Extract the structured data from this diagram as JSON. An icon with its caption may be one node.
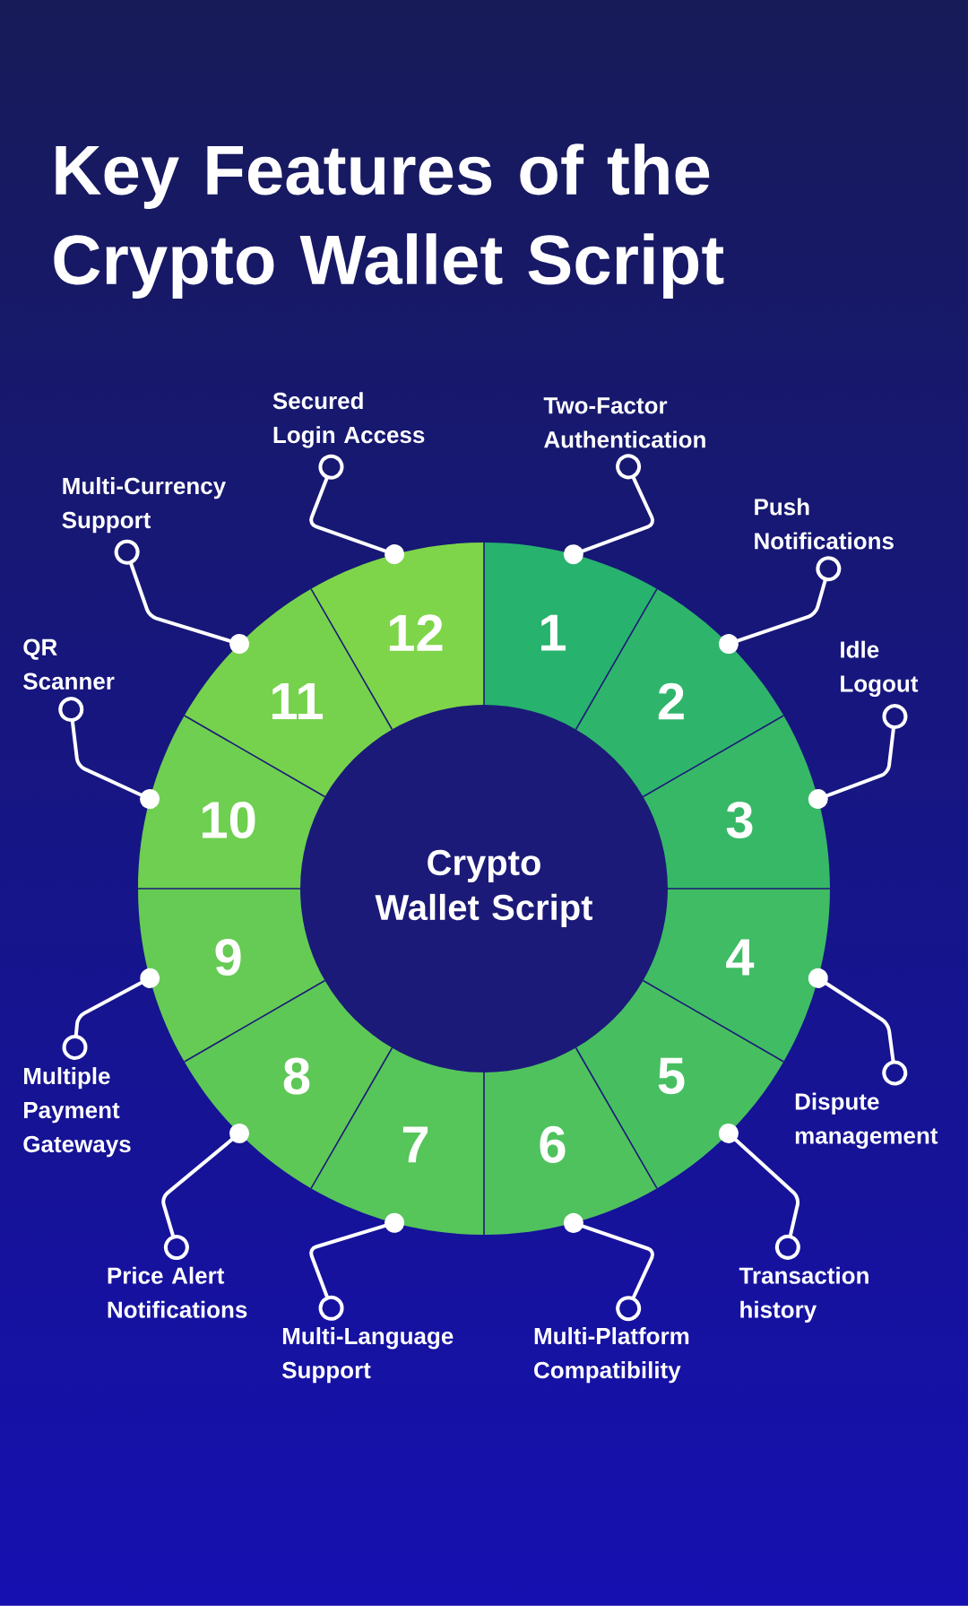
{
  "diagram": {
    "title": "Key Features of the Crypto Wallet Script",
    "nodes": [
      {
        "text": [
          "Crypto Wallet Script"
        ]
      },
      {
        "text": [
          "1"
        ]
      },
      {
        "text": [
          "2"
        ]
      },
      {
        "text": [
          "3"
        ]
      },
      {
        "text": [
          "4"
        ]
      },
      {
        "text": [
          "5"
        ]
      },
      {
        "text": [
          "6"
        ]
      },
      {
        "text": [
          "7"
        ]
      },
      {
        "text": [
          "8"
        ]
      },
      {
        "text": [
          "9"
        ]
      },
      {
        "text": [
          "10"
        ]
      },
      {
        "text": [
          "11"
        ]
      },
      {
        "text": [
          "12"
        ]
      },
      {
        "text": [
          "Two-Factor Authentication"
        ]
      },
      {
        "text": [
          "Push Notifications"
        ]
      },
      {
        "text": [
          "Idle Logout"
        ]
      },
      {
        "text": [
          "Dispute management"
        ]
      },
      {
        "text": [
          "Transaction history"
        ]
      },
      {
        "text": [
          "Multi-Platform Compatibility"
        ]
      },
      {
        "text": [
          "Multi-Language Support"
        ]
      },
      {
        "text": [
          "Price Alert Notifications"
        ]
      },
      {
        "text": [
          "Multiple Payment Gateways"
        ]
      },
      {
        "text": [
          "QR Scanner"
        ]
      },
      {
        "text": [
          "Multi-Currency Support"
        ]
      },
      {
        "text": [
          "Secured Login Access"
        ]
      }
    ],
    "edges": [
      {
        "from": 13,
        "to": 1,
        "arrow": "other"
      },
      {
        "from": 14,
        "to": 2,
        "arrow": "other"
      },
      {
        "from": 15,
        "to": 3,
        "arrow": "other"
      },
      {
        "from": 16,
        "to": 4,
        "arrow": "other"
      },
      {
        "from": 17,
        "to": 5,
        "arrow": "other"
      },
      {
        "from": 18,
        "to": 6,
        "arrow": "other"
      },
      {
        "from": 19,
        "to": 7,
        "arrow": "other"
      },
      {
        "from": 20,
        "to": 8,
        "arrow": "other"
      },
      {
        "from": 21,
        "to": 9,
        "arrow": "other"
      },
      {
        "from": 22,
        "to": 10,
        "arrow": "other"
      },
      {
        "from": 23,
        "to": 11,
        "arrow": "other"
      },
      {
        "from": 24,
        "to": 12,
        "arrow": "other"
      }
    ]
  }
}
